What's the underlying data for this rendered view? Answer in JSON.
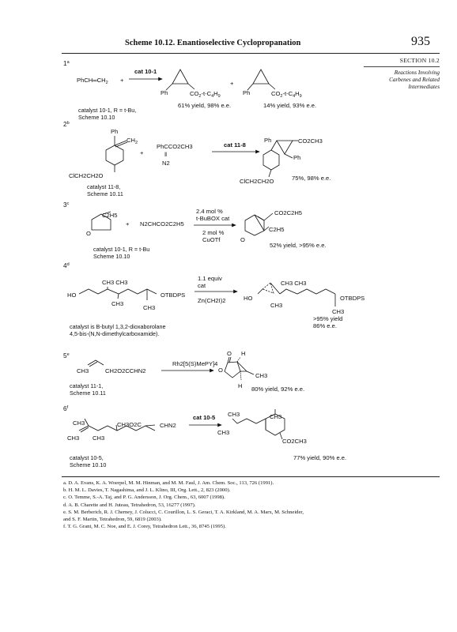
{
  "header": {
    "title": "Scheme 10.12. Enantioselective Cyclopropanation",
    "page_number": "935",
    "section": "SECTION 10.2",
    "section_note_lines": [
      "Reactions Involving",
      "Carbenes and Related",
      "Intermediates"
    ]
  },
  "entries": [
    {
      "number": "1",
      "mark": "a",
      "reactant": "PhCH═CH",
      "reactant_sub": "2",
      "plus": "+",
      "reagent": "cat 10-1",
      "ph_left": "Ph",
      "product_group": "CO",
      "product_group_sub": "2",
      "product_group_tail": "-t-C",
      "product_group_sub2": "4",
      "product_group_tail2": "H",
      "product_group_sub3": "9",
      "ph_right": "Ph",
      "result_major": "61% yield, 98% e.e.",
      "result_minor": "14% yield, 93% e.e.",
      "catalyst_lines": [
        "catalyst 10-1, R = t-Bu,",
        "Scheme 10.10"
      ]
    },
    {
      "number": "2",
      "mark": "b",
      "ph_top": "Ph",
      "ch2": "CH",
      "ch2_sub": "2",
      "ether": "ClCH2CH2O",
      "plus": "+",
      "diazo_line1": "PhCCO2CH3",
      "diazo_line2": "‖",
      "diazo_line3": "N2",
      "reagent": "cat  11-8",
      "prod_ph": "Ph",
      "prod_ester": "CO2CH3",
      "prod_ph2": "Ph",
      "prod_ether": "ClCH2CH2O",
      "result": "75%,  98% e.e.",
      "catalyst_lines": [
        "catalyst 11-8,",
        "Scheme 10.11"
      ]
    },
    {
      "number": "3",
      "mark": "c",
      "ethyl": "C2H5",
      "ring_o": "O",
      "plus": "+",
      "diazo": "N2CHCO2C2H5",
      "reagent_above": [
        "2.4 mol %",
        "t-BuBOX cat"
      ],
      "reagent_below": [
        "2 mol %",
        "CuOTf"
      ],
      "prod_ester": "CO2C2H5",
      "prod_ethyl": "C2H5",
      "prod_o": "O",
      "result": "52% yield, >95% e.e.",
      "catalyst_lines": [
        "catalyst 10-1, R = t-Bu",
        "Scheme 10.10"
      ]
    },
    {
      "number": "4",
      "mark": "d",
      "ho": "HO",
      "me_top": "CH3 CH3",
      "me_low1": "CH3",
      "me_low2": "CH3",
      "otbdps": "OTBDPS",
      "reagent_above": [
        "1.1 equiv",
        "cat"
      ],
      "reagent_below": "Zn(CH2I)2",
      "prod_ho": "HO",
      "prod_me_top": "CH3 CH3",
      "prod_me_low1": "CH3",
      "prod_me_low2": "CH3",
      "prod_otbdps": "OTBDPS",
      "result": [
        ">95% yield",
        "86% e.e."
      ],
      "catalyst_lines": [
        "catalyst is B-butyl 1,3,2-dioxaborolane",
        "4,5-bis-(N,N-dimethylcarboxamide)."
      ]
    },
    {
      "number": "5",
      "mark": "e",
      "reactant_me": "CH3",
      "reactant_tail": "CH2O2CCHN2",
      "reagent": "Rh2[5(S)MePY]4",
      "prod_o_top": "O",
      "prod_h_top": "H",
      "prod_o_ring": "O",
      "prod_me": "CH3",
      "prod_h_bottom": "H",
      "result": "80% yield, 92% e.e.",
      "catalyst_lines": [
        "catalyst 11-1,",
        "Scheme 10.11"
      ]
    },
    {
      "number": "6",
      "mark": "f",
      "me_a": "CH3",
      "me_b": "CH3",
      "me_c": "CH3",
      "ester": "CH3O2C",
      "chn2": "CHN2",
      "reagent": "cat 10-5",
      "prod_me_a": "CH3",
      "prod_me_b": "CH3",
      "prod_me_c": "CH3",
      "prod_ester": "CO2CH3",
      "result": "77% yield, 90% e.e.",
      "catalyst_lines": [
        "catalyst 10-5,",
        "Scheme 10.10"
      ]
    }
  ],
  "footnotes": [
    "a. D. A. Evans, K. A. Woerpel, M. M. Hinman, and M. M. Faul, J. Am. Chem. Soc., 113, 726 (1991).",
    "b. H. M. L. Davies, T. Nagashima, and J. L. Klino, III, Org. Lett., 2, 823 (2000).",
    "c. O. Temme, S.-A. Taj, and P. G. Andersson, J. Org. Chem., 63, 6007 (1998).",
    "d. A. B. Charette and H. Juteau, Tetrahedron, 53, 16277 (1997).",
    "e. S. M. Berberich, R. J. Cherney, J. Colucci, C. Courillon, L. S. Geraci, T. A. Kirkland, M. A. Marx, M. Schneider,",
    "    and S. F. Martin, Tetrahedron, 59, 6819 (2003).",
    "f. T. G. Grant, M. C. Noe, and E. J. Corey, Tetrahedron Lett., 36, 8745 (1995)."
  ]
}
